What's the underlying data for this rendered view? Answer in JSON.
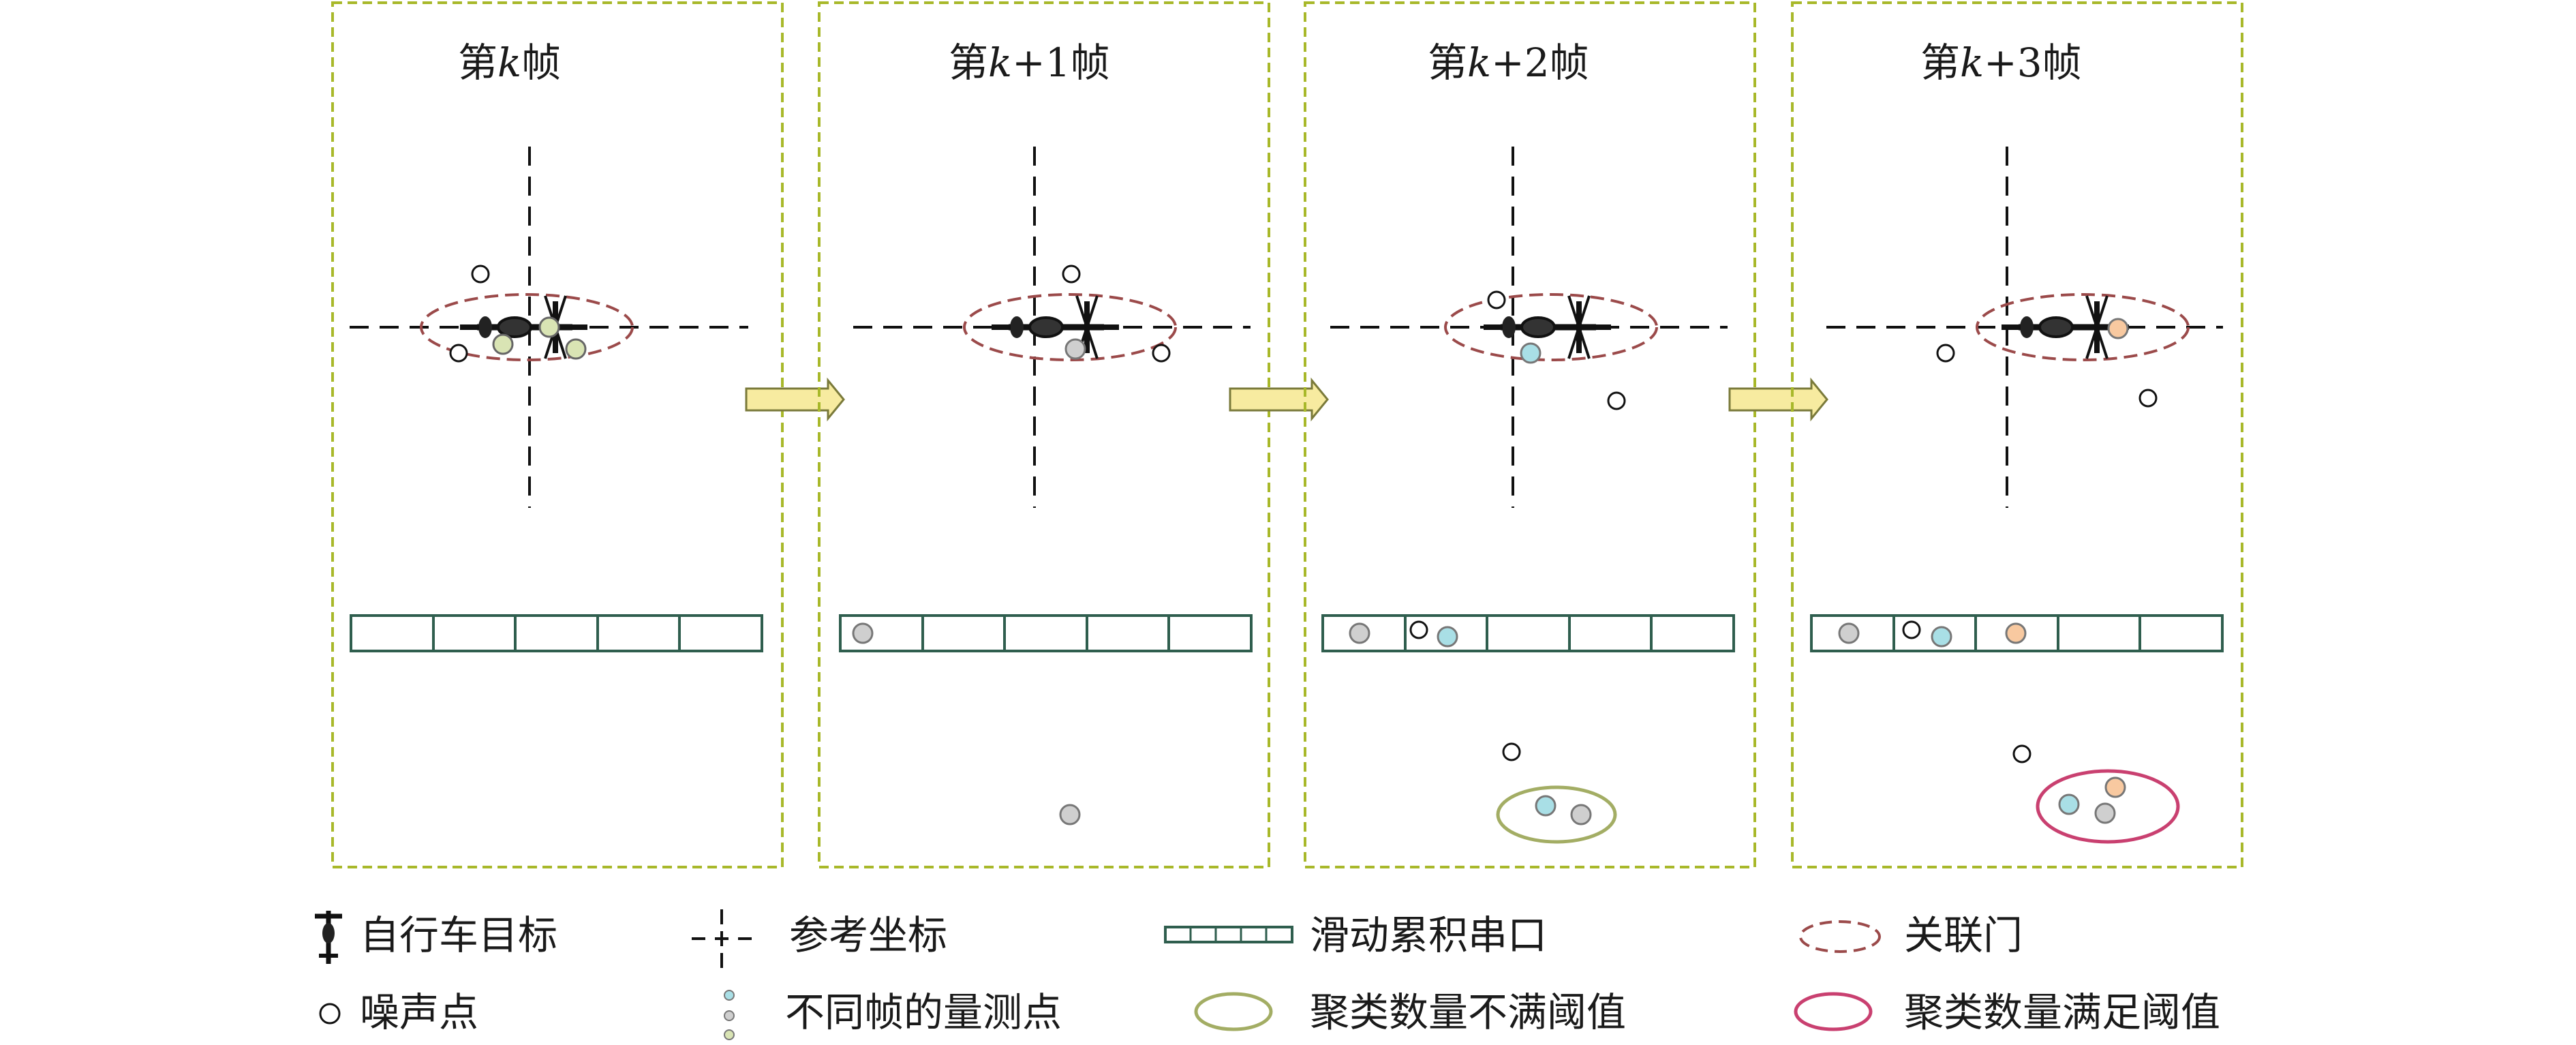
{
  "frames": [
    {
      "label": "第k帧",
      "pre": "第",
      "k": "k",
      "post": "",
      "suffix": "帧"
    },
    {
      "label": "第k+1帧",
      "pre": "第",
      "k": "k",
      "post": "+1",
      "suffix": "帧"
    },
    {
      "label": "第k+2帧",
      "pre": "第",
      "k": "k",
      "post": "+2",
      "suffix": "帧"
    },
    {
      "label": "第k+3帧",
      "pre": "第",
      "k": "k",
      "post": "+3",
      "suffix": "帧"
    }
  ],
  "legend": [
    {
      "label": "自行车目标",
      "icon": "bicycle-icon"
    },
    {
      "label": "参考坐标",
      "icon": "axis-cross-icon"
    },
    {
      "label": "滑动累积串口",
      "icon": "sliding-buffer-icon"
    },
    {
      "label": "关联门",
      "icon": "association-gate-icon"
    },
    {
      "label": "噪声点",
      "icon": "noise-point-icon"
    },
    {
      "label": "不同帧的量测点",
      "icon": "measurement-points-icon"
    },
    {
      "label": "聚类数量不满阈值",
      "icon": "cluster-below-threshold-icon"
    },
    {
      "label": "聚类数量满足阈值",
      "icon": "cluster-meets-threshold-icon"
    }
  ],
  "colors": {
    "frame_border": "#a8b82a",
    "arrow_fill": "#f7eba0",
    "arrow_stroke": "#7a7a3a",
    "gate": "#9b4a4a",
    "buffer": "#2f5e4e",
    "meas_green": "#d9e4b4",
    "meas_gray": "#cfcfcf",
    "meas_cyan": "#a9dfe6",
    "meas_orange": "#f8c9a0",
    "cluster_below": "#a3ad64",
    "cluster_meets": "#c94070"
  }
}
